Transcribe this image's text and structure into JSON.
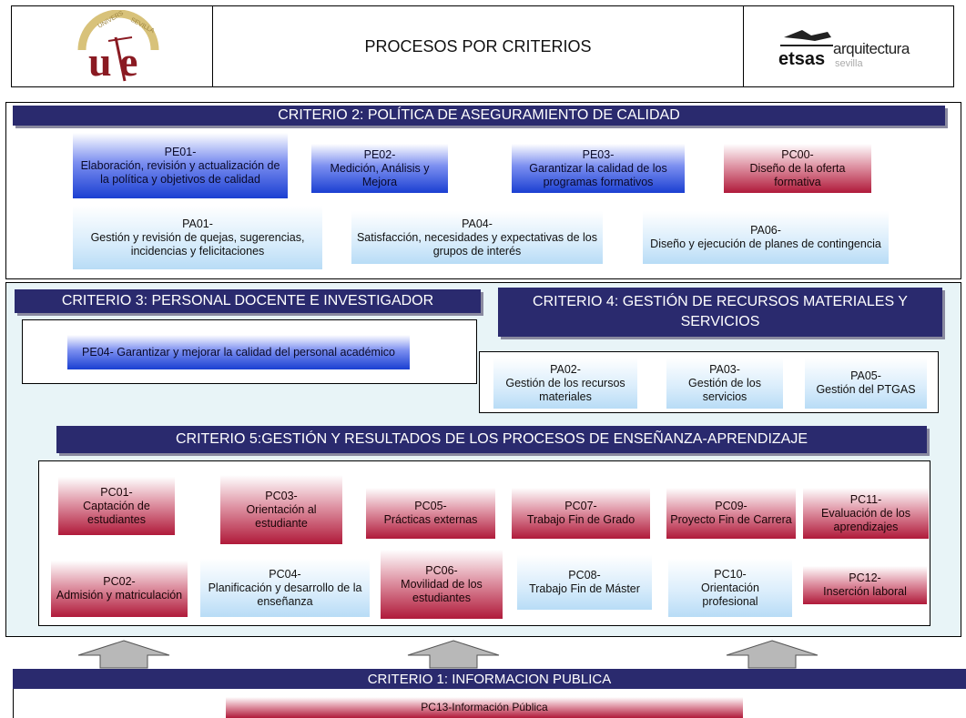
{
  "header": {
    "title": "PROCESOS POR CRITERIOS",
    "left_logo_text": "UNIVERSIDAD DE SEVILLA",
    "right_logo_text": "etsas arquitectura sevilla"
  },
  "criterio2": {
    "title": "CRITERIO 2: POLÍTICA DE ASEGURAMIENTO DE CALIDAD",
    "pe01": "PE01-\nElaboración, revisión y actualización de la política y objetivos de calidad",
    "pe02": "PE02-\nMedición, Análisis y Mejora",
    "pe03": "PE03-\nGarantizar la calidad de los programas formativos",
    "pc00": "PC00-\nDiseño de la oferta formativa",
    "pa01": "PA01-\nGestión y revisión de quejas, sugerencias, incidencias y felicitaciones",
    "pa04": "PA04-\nSatisfacción, necesidades y expectativas de los grupos de interés",
    "pa06": "PA06-\nDiseño y ejecución de planes de contingencia"
  },
  "criterio3": {
    "title": "CRITERIO 3: PERSONAL DOCENTE E INVESTIGADOR",
    "pe04": "PE04- Garantizar y mejorar la calidad del personal académico"
  },
  "criterio4": {
    "title": "CRITERIO 4: GESTIÓN DE RECURSOS MATERIALES Y SERVICIOS",
    "pa02": "PA02-\nGestión de los recursos materiales",
    "pa03": "PA03-\nGestión de los servicios",
    "pa05": "PA05-\nGestión del PTGAS"
  },
  "criterio5": {
    "title": "CRITERIO 5:GESTIÓN Y RESULTADOS  DE LOS PROCESOS DE ENSEÑANZA-APRENDIZAJE",
    "pc01": "PC01-\nCaptación de estudiantes",
    "pc02": "PC02-\nAdmisión y matriculación",
    "pc03": "PC03-\nOrientación al estudiante",
    "pc04": "PC04-\nPlanificación y desarrollo de la enseñanza",
    "pc05": "PC05-\nPrácticas externas",
    "pc06": "PC06-\nMovilidad de los estudiantes",
    "pc07": "PC07-\nTrabajo Fin de Grado",
    "pc08": "PC08-\nTrabajo Fin de Máster",
    "pc09": "PC09-\nProyecto Fin de Carrera",
    "pc10": "PC10-\nOrientación profesional",
    "pc11": "PC11-\nEvaluación de los aprendizajes",
    "pc12": "PC12-\nInserción laboral"
  },
  "criterio1": {
    "title": "CRITERIO 1: INFORMACION PUBLICA",
    "pc13": "PC13-Información Pública"
  }
}
